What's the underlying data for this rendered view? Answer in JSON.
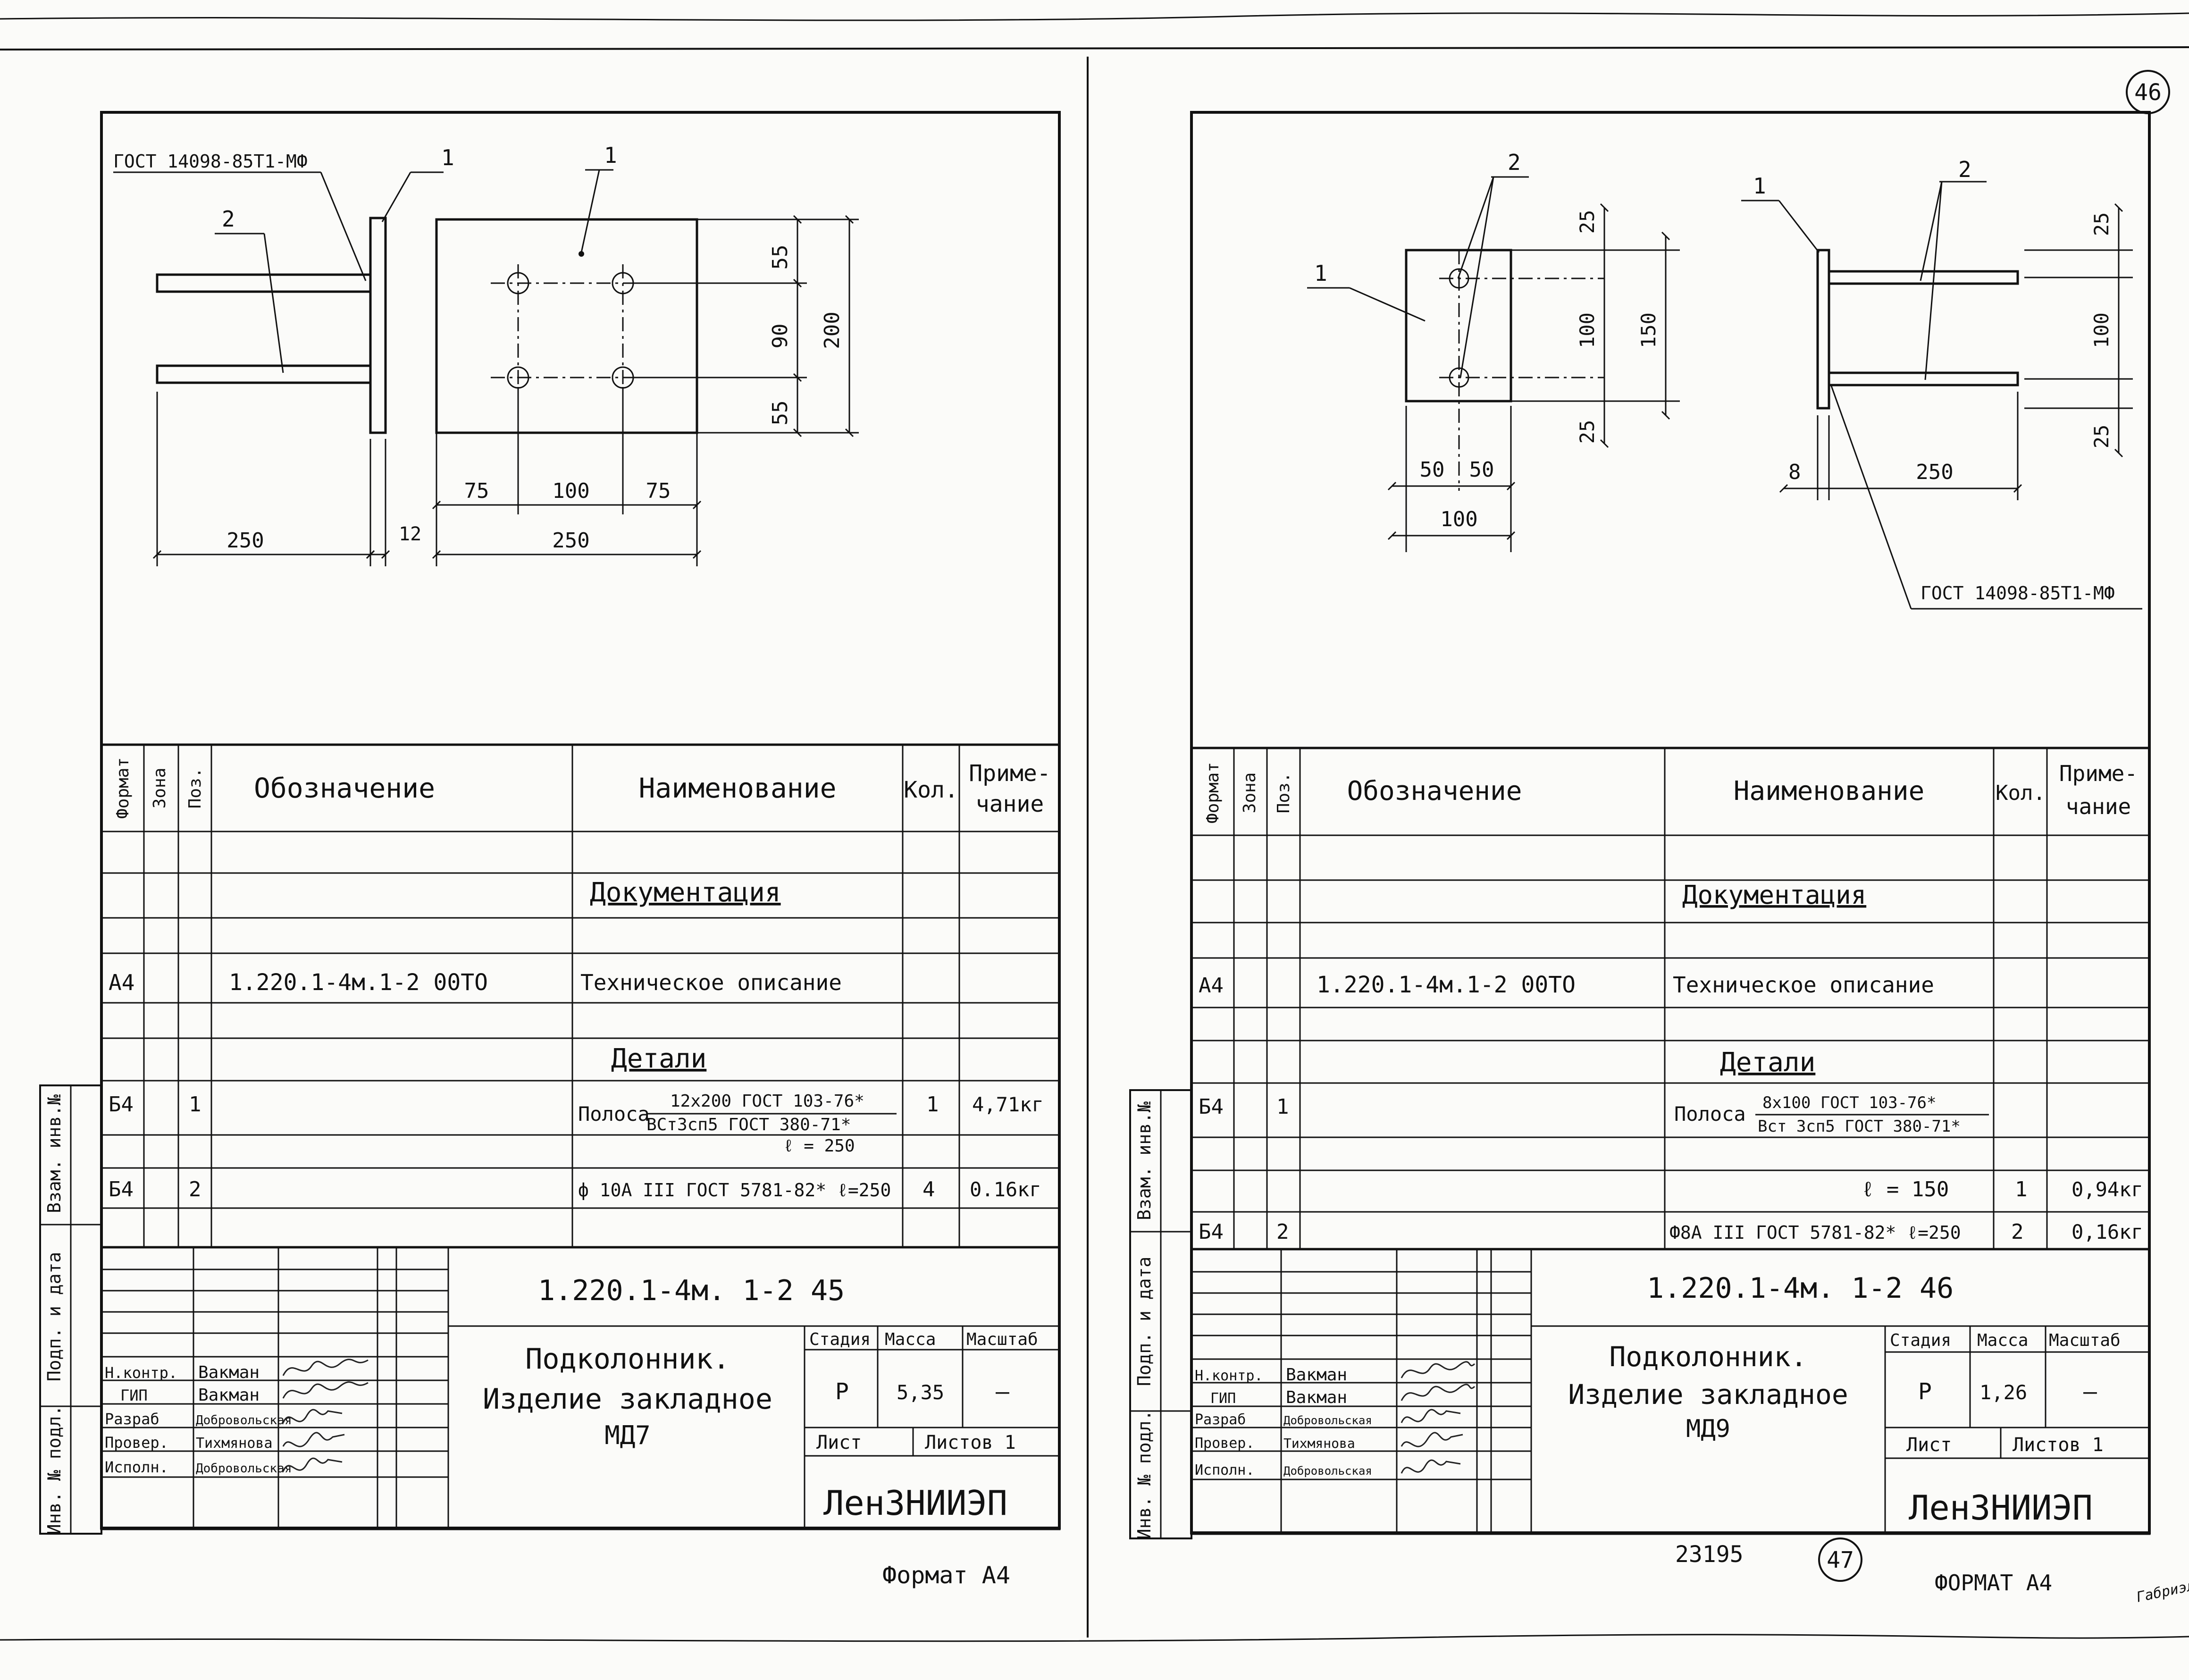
{
  "sheet_number_top": "46",
  "bottom_number": "47",
  "bottom_code": "23195",
  "format_left": "Формат А4",
  "format_right": "ФОРМАТ А4",
  "signature_text": "Габриэль",
  "side": {
    "vzam": "Взам. инв.№",
    "podp": "Подп. и дата",
    "inv": "Инв. № подл."
  },
  "headers": {
    "format": "Формат",
    "zone": "Зона",
    "pos": "Поз.",
    "designation": "Обозначение",
    "name": "Наименование",
    "qty": "Кол.",
    "note_1": "Приме-",
    "note_2": "чание"
  },
  "tb_labels": {
    "stage": "Стадия",
    "mass": "Масса",
    "scale": "Масштаб",
    "sheet": "Лист",
    "sheets": "Листов 1",
    "n_kontr": "Н.контр.",
    "gip": "ГИП",
    "razrab": "Разраб",
    "prover": "Провер.",
    "ispoln": "Исполн.",
    "stage_val": "Р",
    "scale_val": "—"
  },
  "people": {
    "vakman": "Вакман",
    "dobrovolskaya": "Добровольская",
    "tikhmyanova": "Тихмянова"
  },
  "org": "ЛенЗНИИЭП",
  "left": {
    "weld_note": "ГОСТ 14098-85Т1-МФ",
    "callouts": {
      "p1a": "1",
      "p1b": "1",
      "p2": "2"
    },
    "dims": {
      "d55a": "55",
      "d90": "90",
      "d55b": "55",
      "d200": "200",
      "d75a": "75",
      "d100": "100",
      "d75b": "75",
      "d250w": "250",
      "d250": "250",
      "d12": "12"
    },
    "spec": {
      "section_docs": "Документация",
      "section_details": "Детали",
      "doc_row": {
        "format": "А4",
        "designation": "1.220.1-4м.1-2 00ТО",
        "name": "Техническое описание"
      },
      "row1": {
        "format": "Б4",
        "pos": "1",
        "name_a": "Полоса",
        "name_b": "12х200 ГОСТ 103-76*",
        "name_c": "ВСт3сп5 ГОСТ 380-71*",
        "name_d": "ℓ = 250",
        "qty": "1",
        "note": "4,71кг"
      },
      "row2": {
        "format": "Б4",
        "pos": "2",
        "name": "ф 10А III ГОСТ 5781-82* ℓ=250",
        "qty": "4",
        "note": "0.16кг"
      }
    },
    "tb": {
      "code": "1.220.1-4м. 1-2 45",
      "title_1": "Подколонник.",
      "title_2": "Изделие закладное",
      "title_3": "МД7",
      "mass": "5,35"
    }
  },
  "right": {
    "weld_note": "ГОСТ 14098-85Т1-МФ",
    "callouts": {
      "p1a": "1",
      "p2a": "2",
      "p1b": "1",
      "p2b": "2"
    },
    "dims": {
      "d25a": "25",
      "d100a": "100",
      "d25b": "25",
      "d150": "150",
      "d50a": "50",
      "d50b": "50",
      "d100w": "100",
      "d25c": "25",
      "d100b": "100",
      "d25d": "25",
      "d8": "8",
      "d250": "250"
    },
    "spec": {
      "section_docs": "Документация",
      "section_details": "Детали",
      "doc_row": {
        "format": "А4",
        "designation": "1.220.1-4м.1-2 00ТО",
        "name": "Техническое описание"
      },
      "row1": {
        "format": "Б4",
        "pos": "1",
        "name_a": "Полоса",
        "name_b": "8х100 ГОСТ 103-76*",
        "name_c": "Вст 3сп5 ГОСТ 380-71*",
        "name_d": "ℓ = 150",
        "qty": "1",
        "note": "0,94кг"
      },
      "row2": {
        "format": "Б4",
        "pos": "2",
        "name": "Ф8А III ГОСТ 5781-82* ℓ=250",
        "qty": "2",
        "note": "0,16кг"
      }
    },
    "tb": {
      "code": "1.220.1-4м. 1-2 46",
      "title_1": "Подколонник.",
      "title_2": "Изделие закладное",
      "title_3": "МД9",
      "mass": "1,26"
    }
  }
}
